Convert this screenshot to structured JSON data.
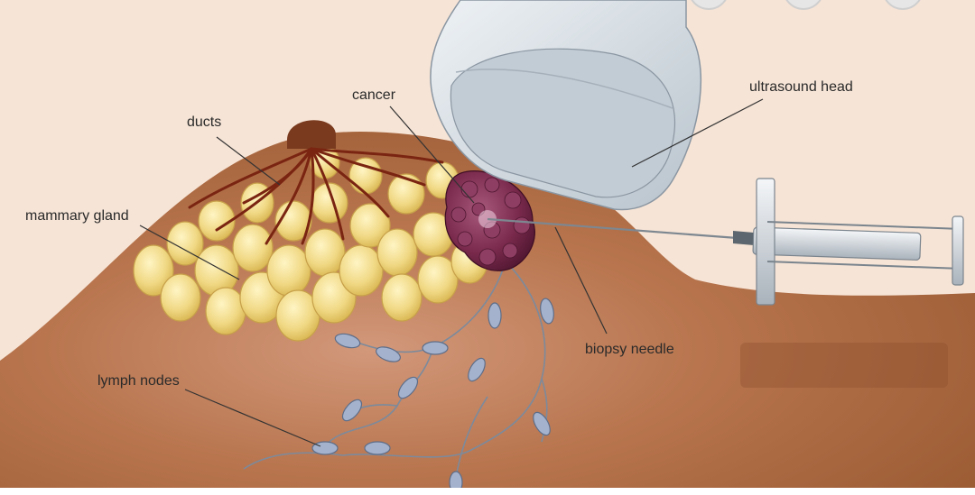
{
  "labels": {
    "ducts": "ducts",
    "cancer": "cancer",
    "mammary_gland": "mammary gland",
    "ultrasound_head": "ultrasound head",
    "biopsy_needle": "biopsy needle",
    "lymph_nodes": "lymph nodes"
  },
  "colors": {
    "background": "#f6e4d6",
    "skin": "#a8643c",
    "gland": "#f0d884",
    "duct": "#7a2412",
    "tumor": "#6b1c3a",
    "probe": "#d3dbe2",
    "lymph_node": "#a4b2ce"
  }
}
